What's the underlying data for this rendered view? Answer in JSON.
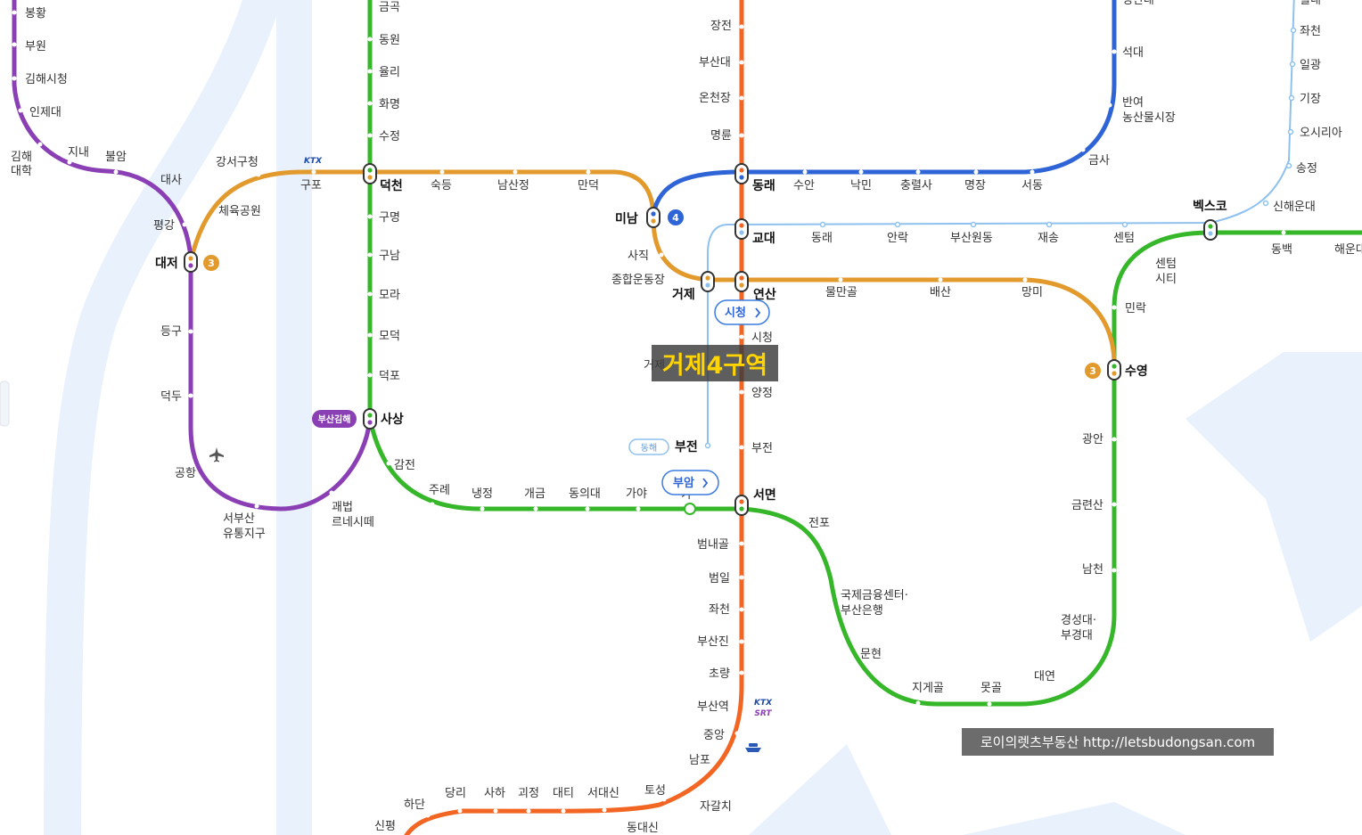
{
  "colors": {
    "line1": "#f26522",
    "line2": "#35b729",
    "line3": "#e39a2d",
    "line4": "#2f64d6",
    "donghae": "#8ec1ee",
    "bgl": "#8a3fb5",
    "bg_shape": "#e8f1fc"
  },
  "stations": {
    "bonghwang": "봉황",
    "buwon": "부원",
    "gimhae_city_hall": "김해시청",
    "inje_univ": "인제대",
    "gimhae_univ": "김해\n대학",
    "jinae": "지내",
    "buram": "불암",
    "daesa": "대사",
    "pyeonggang": "평강",
    "daejeo": "대저",
    "deunggu": "등구",
    "deokdu": "덕두",
    "airport": "공항",
    "seobusan": "서부산\n유통지구",
    "gwaebeop": "괘법\n르네시떼",
    "sasang": "사상",
    "gangseo_office": "강서구청",
    "sports_park": "체육공원",
    "gupo": "구포",
    "deokcheon": "덕천",
    "sukdeung": "숙등",
    "namsanjeong": "남산정",
    "mandeok": "만덕",
    "minam": "미남",
    "sajik": "사직",
    "sports_complex": "종합운동장",
    "geoje": "거제",
    "yeonsan": "연산",
    "mulmangol": "물만골",
    "baesan": "배산",
    "mangmi": "망미",
    "suyeong": "수영",
    "geumgok": "금곡",
    "dongwon": "동원",
    "yulli": "율리",
    "hwamyeong": "화명",
    "sujeong": "수정",
    "gumyeong": "구명",
    "gunam": "구남",
    "mora": "모라",
    "modeok": "모덕",
    "deokpo": "덕포",
    "gamjeon": "감전",
    "jurye": "주례",
    "naengjeong": "냉정",
    "gaegeum": "개금",
    "dongeui": "동의대",
    "gaya": "가야",
    "seomyeon": "서면",
    "jeonpo": "전포",
    "bifc": "국제금융센터·\n부산은행",
    "munhyeon": "문현",
    "jigegol": "지게골",
    "motgol": "못골",
    "daeyeon": "대연",
    "kyungsung": "경성대·\n부경대",
    "namcheon": "남천",
    "geumnyeonsan": "금련산",
    "gwangan": "광안",
    "millak": "민락",
    "centum_city": "센텀\n시티",
    "bexco": "벡스코",
    "dongbaek": "동백",
    "haeundae": "해운대",
    "jangjeon": "장전",
    "pnu": "부산대",
    "oncheonjang": "온천장",
    "myeongnyun": "명륜",
    "dongnae": "동래",
    "gyodae": "교대",
    "sicheong": "시청",
    "yangjeong": "양정",
    "bujeon": "부전",
    "beomnaegol": "범내골",
    "beomil": "범일",
    "jwacheon1": "좌천",
    "busanjin": "부산진",
    "choryang": "초량",
    "busan_station": "부산역",
    "jungang": "중앙",
    "nampo": "남포",
    "jagalchi": "자갈치",
    "tochseong": "토성",
    "dongdaesin": "동대신",
    "seodaesin": "서대신",
    "daeti": "대티",
    "goejeong": "괴정",
    "saha": "사하",
    "dangni": "당리",
    "hadan": "하단",
    "sinpyeong": "신평",
    "suan": "수안",
    "nakmin": "낙민",
    "chungnyeolsa": "충렬사",
    "myeongjang": "명장",
    "seodong": "서동",
    "geumsa": "금사",
    "bansong": "반여\n농산물시장",
    "seokdae": "석대",
    "yeongsan_univ": "영산대",
    "dongnae_dh": "동래",
    "allak": "안락",
    "busanwondong": "부산원동",
    "jaesong": "재송",
    "centum": "센텀",
    "sinhaeundae": "신해운대",
    "songjeong": "송정",
    "osiria": "오시리아",
    "gijang": "기장",
    "ilgwang": "일광",
    "jwacheon_dh": "좌천",
    "wollae": "월내",
    "geoje_dh": "거제",
    "bujeon_dh": "부전"
  },
  "badges": {
    "line3_at_daejeo": "3",
    "line4_at_minam": "4",
    "line3_at_suyeong": "3",
    "ktx": "KTX",
    "srt": "SRT",
    "bgl_at_sasang": "부산김해",
    "donghae_at_bujeon": "동해"
  },
  "callouts": {
    "sicheong": "시청",
    "buam": "부암",
    "gaya_partial": "가"
  },
  "highlight": {
    "label": "거제4구역",
    "color": "#ffd400"
  },
  "watermark": "로이의렛츠부동산 http://letsbudongsan.com"
}
